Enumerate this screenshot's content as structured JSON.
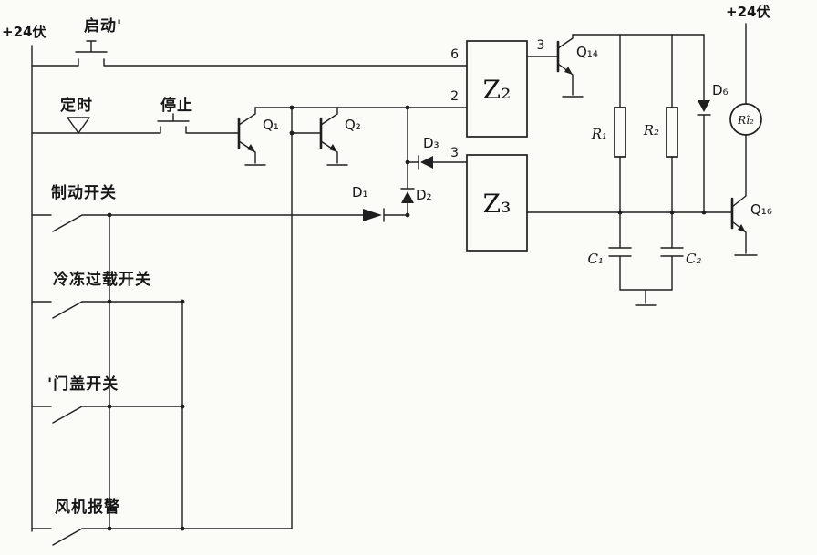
{
  "diagram": {
    "type": "hand-drawn relay control circuit schematic",
    "supplies": {
      "left": "+24伏",
      "right": "+24伏"
    },
    "switch_labels": {
      "start": "启动'",
      "timer": "定时",
      "stop": "停止",
      "brake": "制动开关",
      "freeze_overload": "冷冻过载开关",
      "door_cover": "'门盖开关",
      "fan_alarm": "风机报警"
    },
    "components": {
      "q1": "Q₁",
      "q2": "Q₂",
      "q14": "Q₁₄",
      "q16": "Q₁₆",
      "d1": "D₁",
      "d2": "D₂",
      "d3": "D₃",
      "d6": "D₆",
      "r1": "R₁",
      "r2": "R₂",
      "c1": "C₁",
      "c2": "C₂",
      "z2": "Z₂",
      "z3": "Z₃",
      "relay": "Rĩ₂"
    },
    "pins": {
      "z2_in_top": "6",
      "z2_in_bottom": "2",
      "z2_out": "3",
      "z3_in": "3"
    }
  },
  "colors": {
    "ink": "#1f1f1f",
    "paper": "#fbfbf8"
  }
}
